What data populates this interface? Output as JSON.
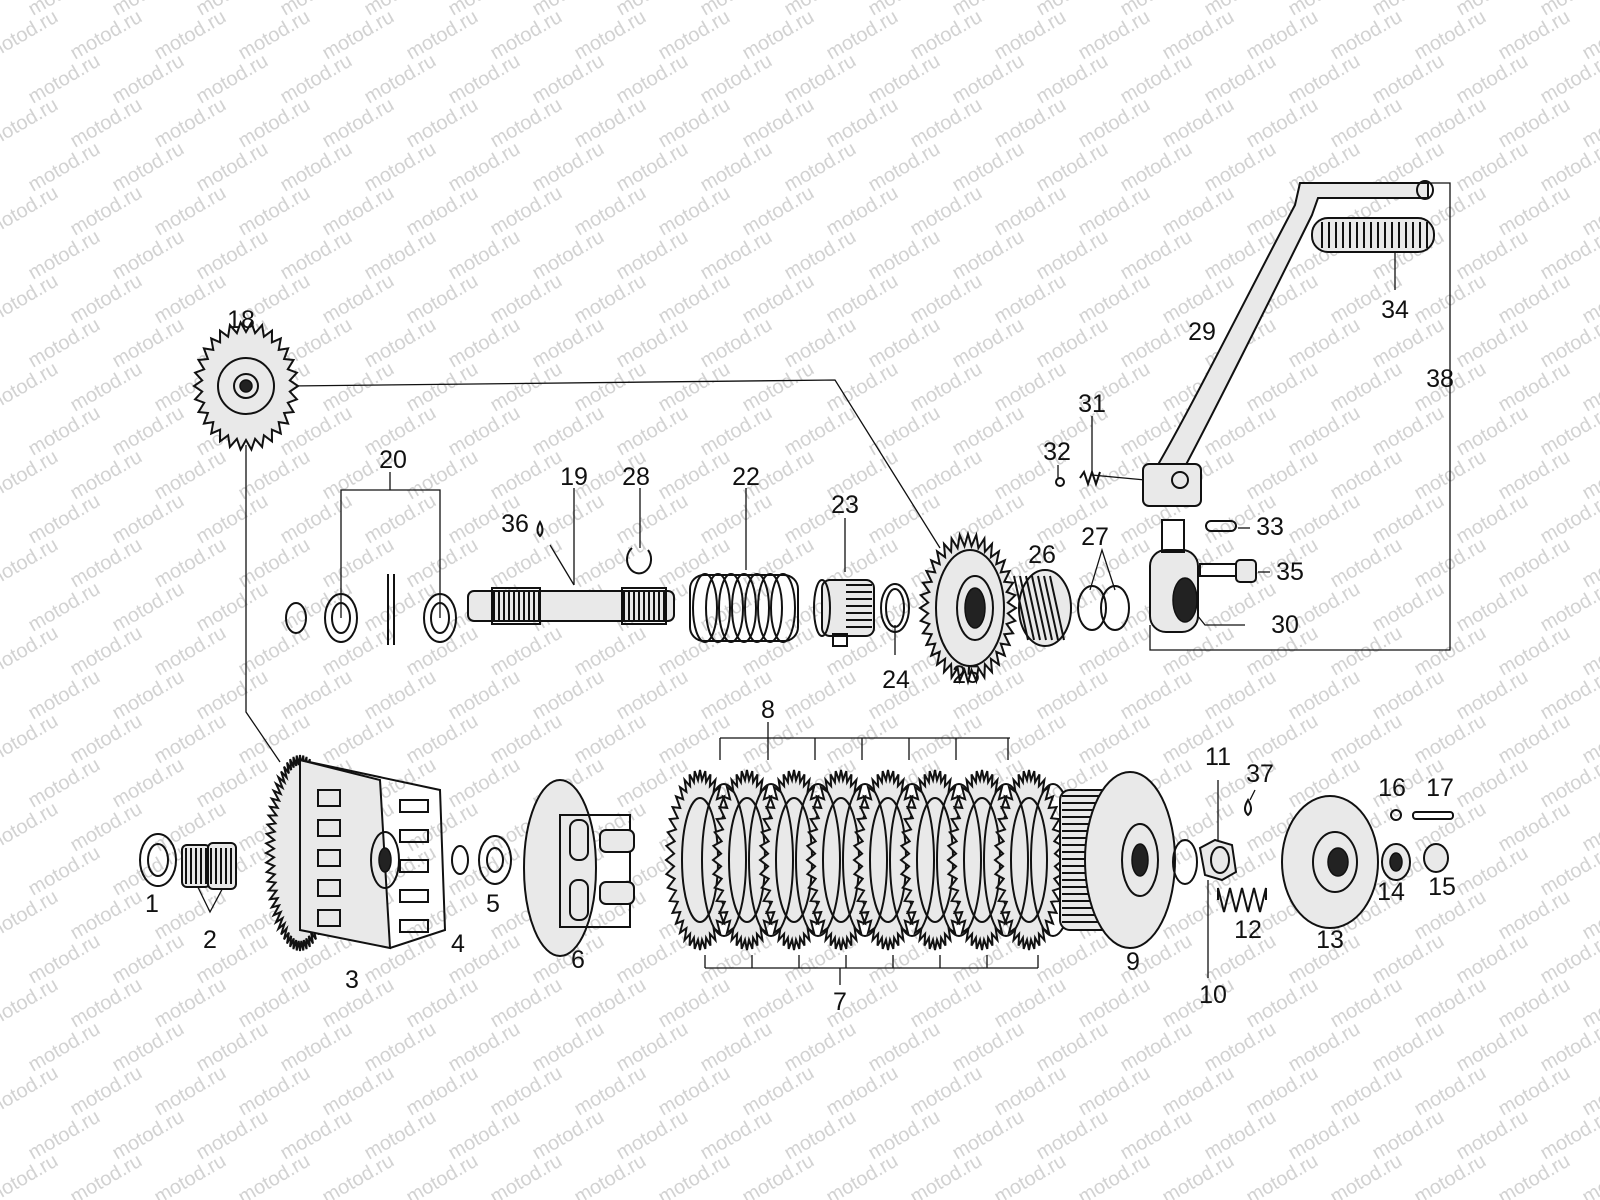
{
  "watermark": {
    "text": "motod.ru"
  },
  "callouts": [
    {
      "id": "c1",
      "label": "1"
    },
    {
      "id": "c2",
      "label": "2"
    },
    {
      "id": "c3",
      "label": "3"
    },
    {
      "id": "c4",
      "label": "4"
    },
    {
      "id": "c5",
      "label": "5"
    },
    {
      "id": "c6",
      "label": "6"
    },
    {
      "id": "c7",
      "label": "7"
    },
    {
      "id": "c8",
      "label": "8"
    },
    {
      "id": "c9",
      "label": "9"
    },
    {
      "id": "c10",
      "label": "10"
    },
    {
      "id": "c11",
      "label": "11"
    },
    {
      "id": "c12",
      "label": "12"
    },
    {
      "id": "c13",
      "label": "13"
    },
    {
      "id": "c14",
      "label": "14"
    },
    {
      "id": "c15",
      "label": "15"
    },
    {
      "id": "c16",
      "label": "16"
    },
    {
      "id": "c17",
      "label": "17"
    },
    {
      "id": "c18",
      "label": "18"
    },
    {
      "id": "c19",
      "label": "19"
    },
    {
      "id": "c20",
      "label": "20"
    },
    {
      "id": "c22",
      "label": "22"
    },
    {
      "id": "c23",
      "label": "23"
    },
    {
      "id": "c24",
      "label": "24"
    },
    {
      "id": "c25",
      "label": "25"
    },
    {
      "id": "c26",
      "label": "26"
    },
    {
      "id": "c27",
      "label": "27"
    },
    {
      "id": "c28",
      "label": "28"
    },
    {
      "id": "c29",
      "label": "29"
    },
    {
      "id": "c30",
      "label": "30"
    },
    {
      "id": "c31",
      "label": "31"
    },
    {
      "id": "c32",
      "label": "32"
    },
    {
      "id": "c33",
      "label": "33"
    },
    {
      "id": "c34",
      "label": "34"
    },
    {
      "id": "c35",
      "label": "35"
    },
    {
      "id": "c36",
      "label": "36"
    },
    {
      "id": "c37",
      "label": "37"
    },
    {
      "id": "c38",
      "label": "38"
    }
  ]
}
